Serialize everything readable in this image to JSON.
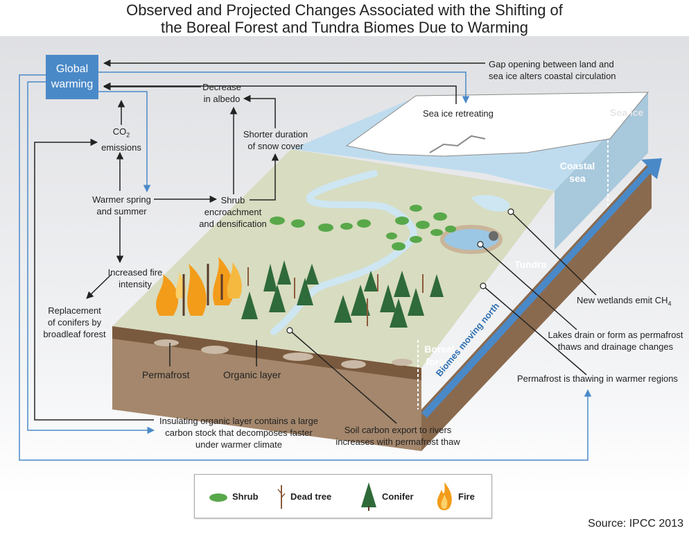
{
  "title": {
    "line1": "Observed and Projected Changes Associated with the Shifting of",
    "line2": "the Boreal Forest and Tundra Biomes Due to Warming"
  },
  "nodes": {
    "global_warming": [
      "Global",
      "warming"
    ],
    "gap_opening": [
      "Gap opening between land and",
      "sea ice alters coastal circulation"
    ],
    "decrease_albedo": [
      "Decrease",
      "in albedo"
    ],
    "sea_ice_retreating": "Sea ice retreating",
    "co2_emissions": [
      "CO",
      "2",
      "emissions"
    ],
    "shorter_snow": [
      "Shorter duration",
      "of snow cover"
    ],
    "warmer_spring": [
      "Warmer spring",
      "and summer"
    ],
    "shrub_encroachment": [
      "Shrub",
      "encroachment",
      "and densification"
    ],
    "fire_intensity": [
      "Increased fire",
      "intensity"
    ],
    "replacement_conifers": [
      "Replacement",
      "of conifers by",
      "broadleaf forest"
    ],
    "insulating_layer": [
      "Insulating organic layer contains a large",
      "carbon stock that decomposes faster",
      "under warmer climate"
    ],
    "soil_carbon": [
      "Soil carbon export to rivers",
      "increases with permafrost thaw"
    ],
    "new_wetlands": [
      "New wetlands emit CH",
      "4"
    ],
    "lakes_drain": [
      "Lakes drain or form as permafrost",
      "thaws and drainage changes"
    ],
    "permafrost_thawing": "Permafrost is thawing in warmer regions"
  },
  "map_labels": {
    "sea_ice": "Sea ice",
    "coastal_sea": [
      "Coastal",
      "sea"
    ],
    "tundra": "Tundra",
    "boreal_forest": [
      "Boreal",
      "forest"
    ],
    "biomes_moving_north": "Biomes moving north",
    "permafrost": "Permafrost",
    "organic_layer": "Organic layer"
  },
  "legend": [
    {
      "icon": "shrub-icon",
      "label": "Shrub"
    },
    {
      "icon": "dead-tree-icon",
      "label": "Dead tree"
    },
    {
      "icon": "conifer-icon",
      "label": "Conifer"
    },
    {
      "icon": "fire-icon",
      "label": "Fire"
    }
  ],
  "source": "Source: IPCC 2013",
  "colors": {
    "global_warming_box": "#4a89c8",
    "blue_arrow": "#4a89c8",
    "black_arrow": "#222222",
    "land_top": "#d8dcc0",
    "river": "#cde6f2",
    "sea": "#bfdcee",
    "soil": "#a4876c",
    "organic_layer": "#7a5a3e",
    "shrub": "#58a84a",
    "conifer": "#2f6a3a",
    "fire": "#f39c1a"
  }
}
